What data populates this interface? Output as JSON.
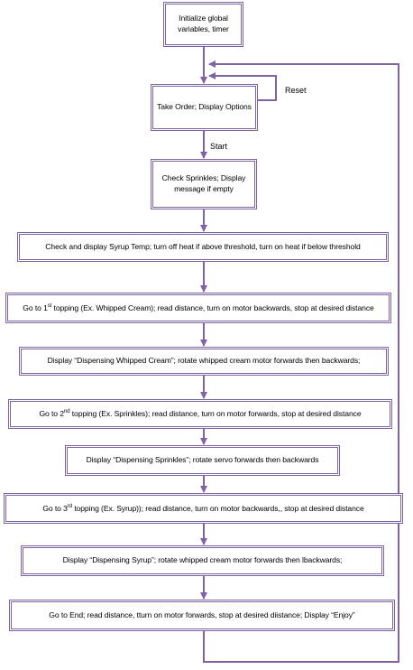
{
  "nodes": {
    "init": "Initialize global variables, timer",
    "take_order": "Take Order;  Display Options",
    "check_sprinkles": "Check Sprinkles; Display message if empty",
    "syrup_temp": "Check and display Syrup Temp; turn off heat if above threshold, turn on heat if below threshold",
    "topping1": {
      "pre": "Go to 1",
      "sup": "st",
      "post": " topping (Ex. Whipped Cream); read distance, turn on motor backwards, stop at desired distance"
    },
    "dispense_whipped": "Display “Dispensing Whipped Cream”; rotate whipped cream motor forwards then backwards;",
    "topping2": {
      "pre": "Go to 2",
      "sup": "nd",
      "post": " topping (Ex. Sprinkles); read distance, turn on motor forwards, stop at desired distance"
    },
    "dispense_sprinkles": "Display “Dispensing Sprinkles”; rotate servo forwards then backwards",
    "topping3": {
      "pre": "Go to 3",
      "sup": "rd",
      "post": " topping (Ex. Syrup)); read distance, turn on motor backwards,, stop at desired distance"
    },
    "dispense_syrup": "Display “Dispensing Syrup”; rotate whipped cream motor forwards then lbackwards;",
    "go_end": "Go to End;  read distance, tturn on motor forwards, stop at desired diistance; Display “Enjoy”"
  },
  "edge_labels": {
    "reset": "Reset",
    "start": "Start"
  },
  "colors": {
    "border": "#8064a2",
    "connector": "#8064a2"
  }
}
